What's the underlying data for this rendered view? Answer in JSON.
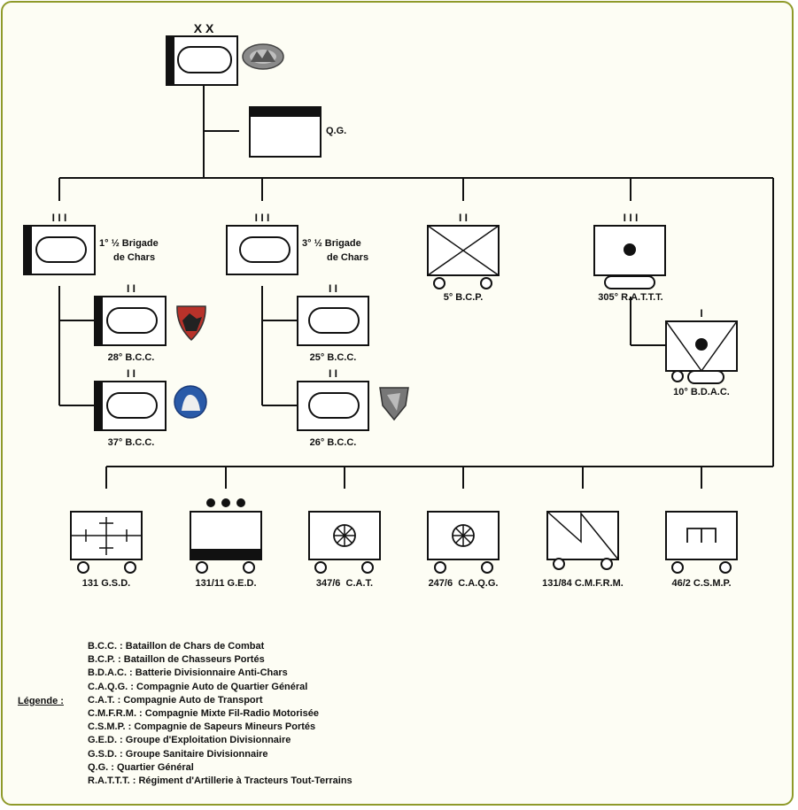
{
  "division": {
    "echelon": "X X",
    "hq_label": "Q.G."
  },
  "brigades": [
    {
      "echelon": "I I I",
      "label_line1": "1° ½ Brigade",
      "label_line2": "de Chars",
      "battalions": [
        {
          "echelon": "I I",
          "label": "28° B.C.C."
        },
        {
          "echelon": "I I",
          "label": "37° B.C.C."
        }
      ]
    },
    {
      "echelon": "I I I",
      "label_line1": "3° ½ Brigade",
      "label_line2": "de Chars",
      "battalions": [
        {
          "echelon": "I I",
          "label": "25° B.C.C."
        },
        {
          "echelon": "I I",
          "label": "26° B.C.C."
        }
      ]
    }
  ],
  "bcp": {
    "echelon": "I I",
    "label": "5° B.C.P."
  },
  "artillery": {
    "echelon": "I I I",
    "label": "305° R.A.T.T.T.",
    "sub": {
      "echelon": "I",
      "label": "10° B.D.A.C."
    }
  },
  "support_units": [
    {
      "label": "131 G.S.D."
    },
    {
      "label": "131/11 G.E.D."
    },
    {
      "label": "347/6  C.A.T."
    },
    {
      "label": "247/6  C.A.Q.G."
    },
    {
      "label": "131/84 C.M.F.R.M."
    },
    {
      "label": "46/2 C.S.M.P."
    }
  ],
  "legend": {
    "title": "Légende :",
    "items": [
      "B.C.C. : Bataillon de Chars de Combat",
      "B.C.P. : Bataillon de Chasseurs Portés",
      "B.D.A.C. : Batterie Divisionnaire Anti-Chars",
      "C.A.Q.G. : Compagnie Auto de Quartier Général",
      "C.A.T. : Compagnie Auto de Transport",
      "C.M.F.R.M. : Compagnie Mixte Fil-Radio Motorisée",
      "C.S.M.P. : Compagnie de Sapeurs Mineurs Portés",
      "G.E.D. : Groupe d'Exploitation Divisionnaire",
      "G.S.D. : Groupe Sanitaire Divisionnaire",
      "Q.G. : Quartier Général",
      "R.A.T.T.T. : Régiment d'Artillerie à Tracteurs Tout-Terrains"
    ]
  },
  "colors": {
    "frame": "#8f9a2a",
    "background": "#fdfdf4",
    "ink": "#111111",
    "insignia_red": "#b8322a",
    "insignia_blue": "#2a5aa8",
    "insignia_grey": "#777777"
  }
}
